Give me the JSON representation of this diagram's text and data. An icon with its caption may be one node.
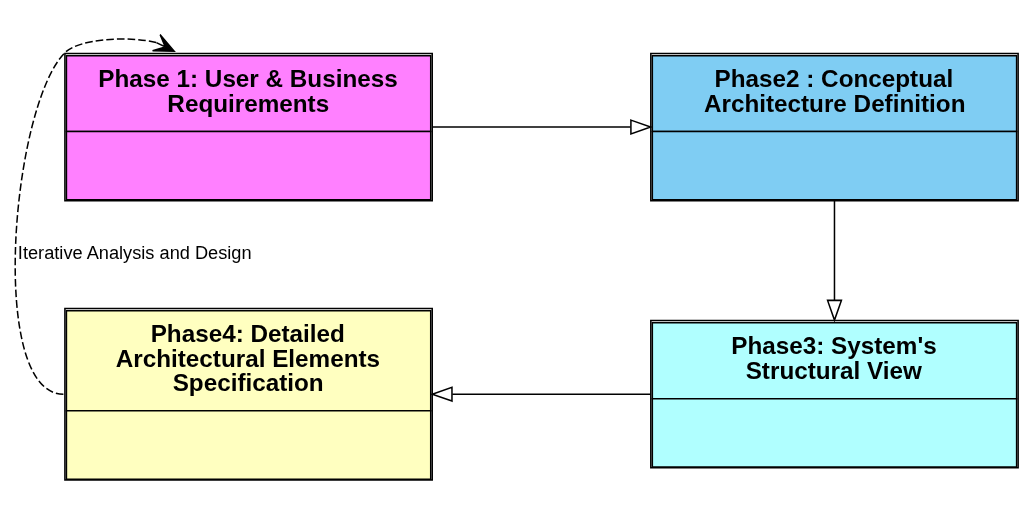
{
  "diagram": {
    "nodes": [
      {
        "text": [
          "Phase 1: User & Business Requirements"
        ]
      },
      {
        "text": [
          "Phase2 : Conceptual Architecture Definition"
        ]
      },
      {
        "text": [
          "Phase3: System's Structural View"
        ]
      },
      {
        "text": [
          "Phase4: Detailed Architectural Elements Specification"
        ]
      }
    ],
    "edges": [
      {
        "from": 0,
        "to": 1,
        "arrow": "to"
      },
      {
        "from": 1,
        "to": 2,
        "arrow": "to"
      },
      {
        "from": 2,
        "to": 3,
        "arrow": "to"
      },
      {
        "from": 3,
        "to": 0,
        "arrow": "to",
        "style": "dashed",
        "label": "Iterative Analysis and Design"
      }
    ]
  }
}
